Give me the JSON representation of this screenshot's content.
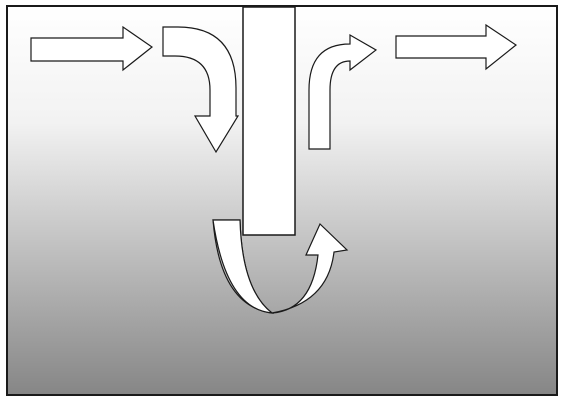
{
  "diagram": {
    "background": {
      "gradient_top": "#ffffff",
      "gradient_mid": "#f2f2f2",
      "gradient_bottom": "#868686",
      "frame_color": "#1a1a1a"
    },
    "colors": {
      "arrow_fill": "#ffffff",
      "arrow_stroke": "#1a1a1a",
      "u_turn_back_fill": "#c8c8c8",
      "divider_fill": "#ffffff"
    },
    "elements": [
      {
        "name": "inflow-arrow-left",
        "icon": "right-arrow-icon",
        "direction": "right"
      },
      {
        "name": "downward-bend-arrow",
        "icon": "bend-down-arrow-icon",
        "direction": "right-then-down"
      },
      {
        "name": "vertical-divider",
        "icon": "vertical-plate"
      },
      {
        "name": "u-turn-arrow",
        "icon": "u-turn-arrow-icon",
        "direction": "down-then-up"
      },
      {
        "name": "upward-bend-arrow",
        "icon": "bend-up-arrow-icon",
        "direction": "up-then-right"
      },
      {
        "name": "outflow-arrow-right",
        "icon": "right-arrow-icon",
        "direction": "right"
      }
    ]
  }
}
